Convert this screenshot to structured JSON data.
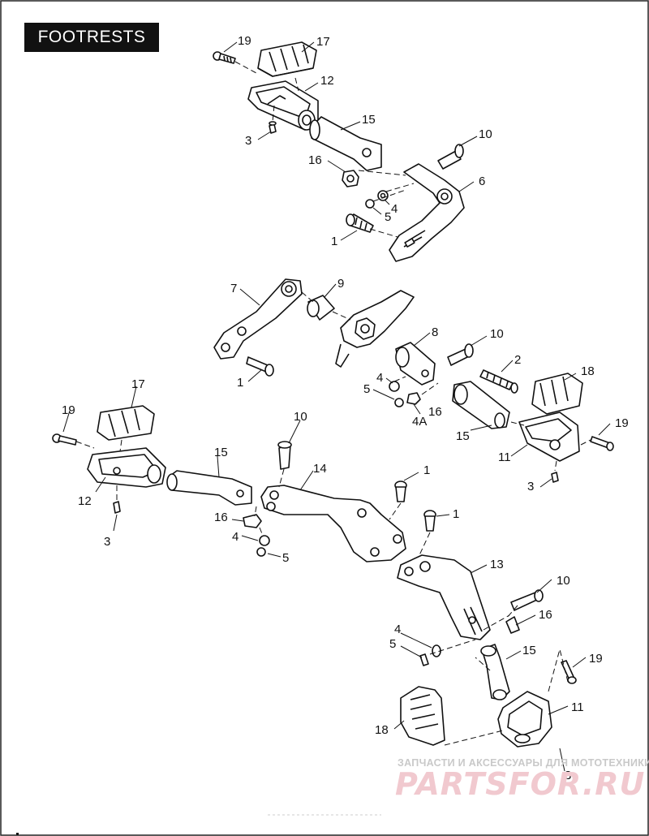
{
  "title": "FOOTRESTS",
  "watermark": {
    "line": "ЗАПЧАСТИ И АКСЕССУАРЫ ДЛЯ МОТОТЕХНИКИ",
    "logo": "PARTSFOR.RU"
  },
  "callouts": [
    {
      "id": "c1",
      "label": "19"
    },
    {
      "id": "c2",
      "label": "17"
    },
    {
      "id": "c3",
      "label": "12"
    },
    {
      "id": "c4",
      "label": "15"
    },
    {
      "id": "c5",
      "label": "3"
    },
    {
      "id": "c6",
      "label": "10"
    },
    {
      "id": "c7",
      "label": "16"
    },
    {
      "id": "c8",
      "label": "6"
    },
    {
      "id": "c9",
      "label": "4"
    },
    {
      "id": "c10",
      "label": "5"
    },
    {
      "id": "c11",
      "label": "1"
    },
    {
      "id": "c12",
      "label": "7"
    },
    {
      "id": "c13",
      "label": "9"
    },
    {
      "id": "c14",
      "label": "8"
    },
    {
      "id": "c15",
      "label": "10"
    },
    {
      "id": "c16",
      "label": "2"
    },
    {
      "id": "c17",
      "label": "4"
    },
    {
      "id": "c18",
      "label": "5"
    },
    {
      "id": "c19",
      "label": "1"
    },
    {
      "id": "c20",
      "label": "18"
    },
    {
      "id": "c21",
      "label": "4A"
    },
    {
      "id": "c22",
      "label": "16"
    },
    {
      "id": "c23",
      "label": "15"
    },
    {
      "id": "c24",
      "label": "19"
    },
    {
      "id": "c25",
      "label": "11"
    },
    {
      "id": "c26",
      "label": "3"
    },
    {
      "id": "c27",
      "label": "17"
    },
    {
      "id": "c28",
      "label": "19"
    },
    {
      "id": "c29",
      "label": "10"
    },
    {
      "id": "c30",
      "label": "15"
    },
    {
      "id": "c31",
      "label": "14"
    },
    {
      "id": "c32",
      "label": "1"
    },
    {
      "id": "c33",
      "label": "12"
    },
    {
      "id": "c34",
      "label": "16"
    },
    {
      "id": "c35",
      "label": "1"
    },
    {
      "id": "c36",
      "label": "3"
    },
    {
      "id": "c37",
      "label": "4"
    },
    {
      "id": "c38",
      "label": "5"
    },
    {
      "id": "c39",
      "label": "13"
    },
    {
      "id": "c40",
      "label": "10"
    },
    {
      "id": "c41",
      "label": "16"
    },
    {
      "id": "c42",
      "label": "4"
    },
    {
      "id": "c43",
      "label": "5"
    },
    {
      "id": "c44",
      "label": "15"
    },
    {
      "id": "c45",
      "label": "19"
    },
    {
      "id": "c46",
      "label": "11"
    },
    {
      "id": "c47",
      "label": "18"
    },
    {
      "id": "c48",
      "label": "3"
    }
  ]
}
